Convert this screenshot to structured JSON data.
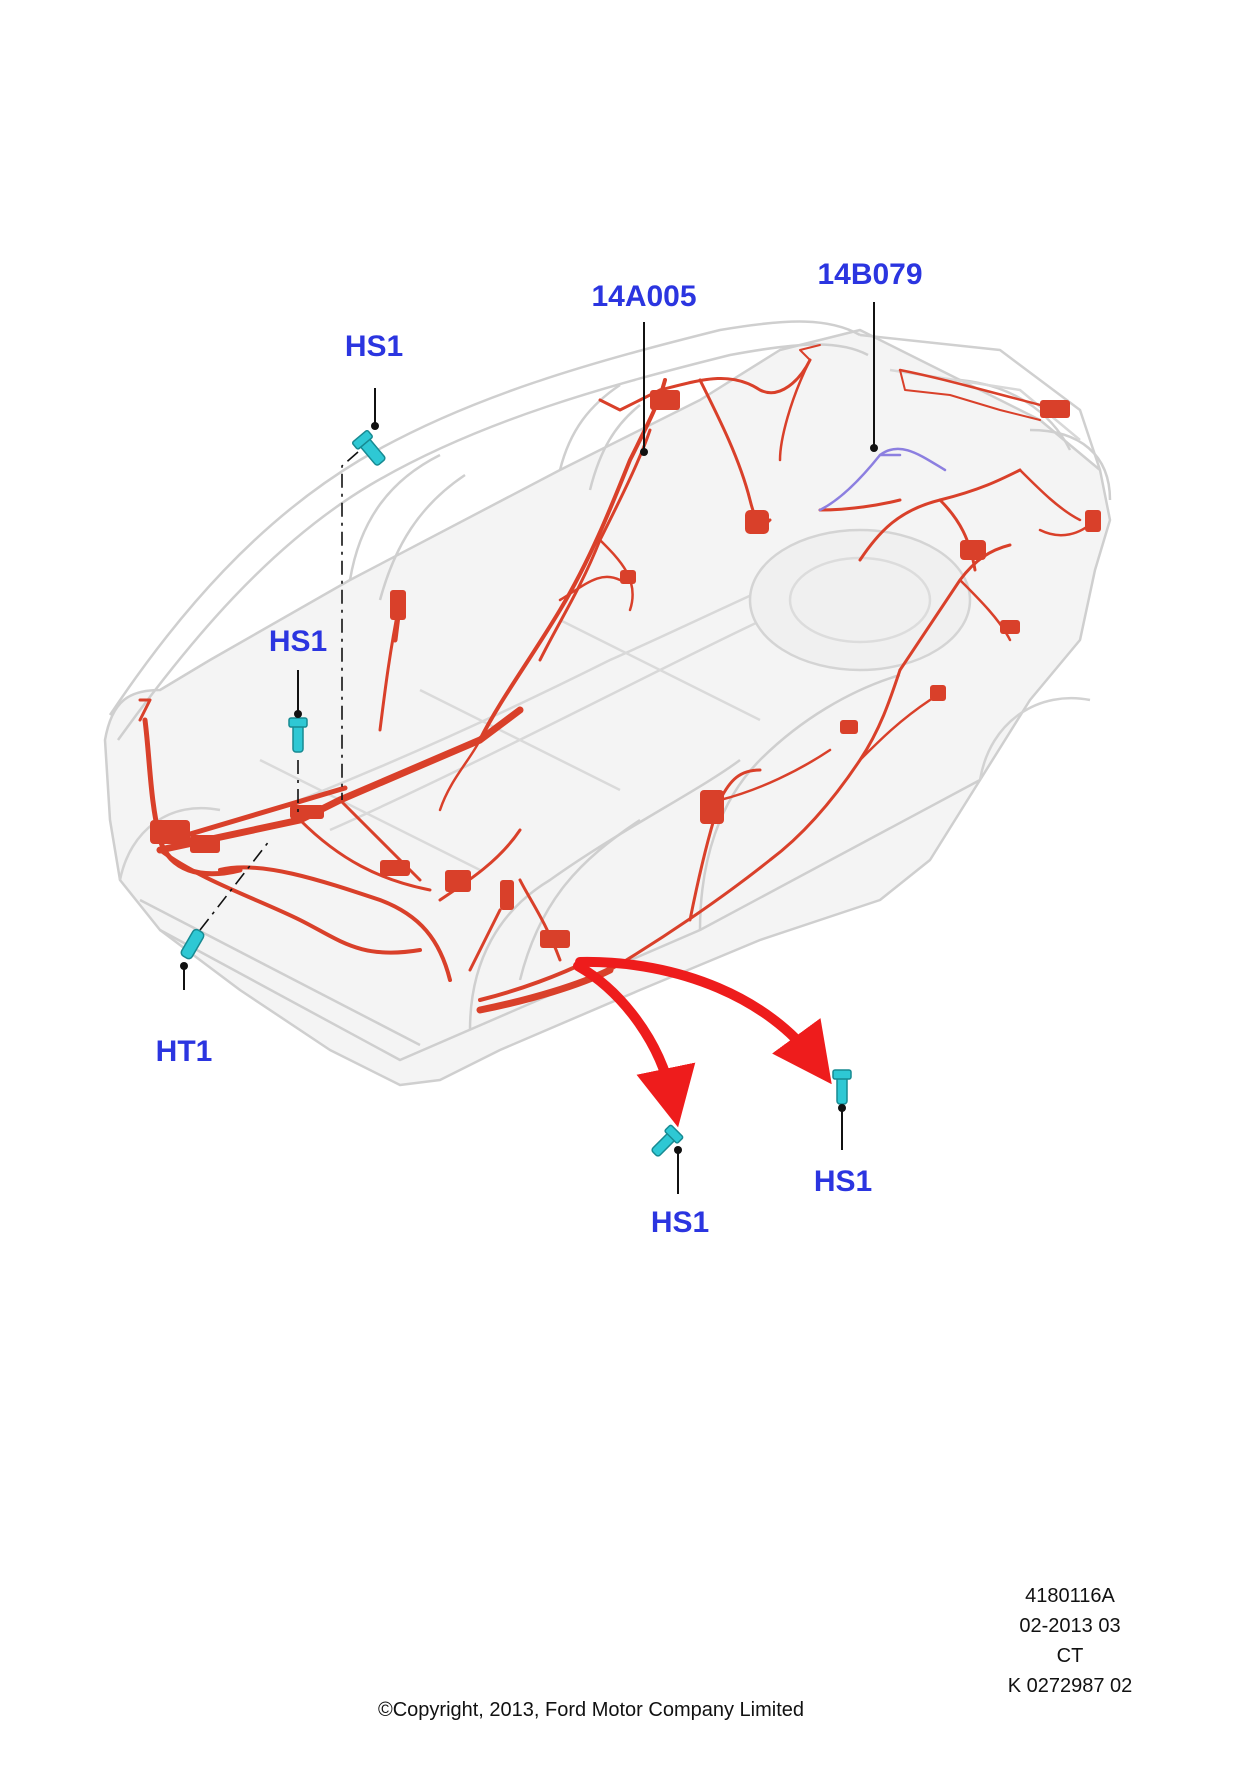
{
  "callouts": {
    "hs1_top": "HS1",
    "a005": "14A005",
    "b079": "14B079",
    "hs1_mid": "HS1",
    "ht1": "HT1",
    "hs1_bottom": "HS1",
    "hs1_right": "HS1"
  },
  "info": {
    "code": "4180116A",
    "date": "02-2013 03",
    "region": "CT",
    "ref": "K 0272987 02"
  },
  "copyright": "©Copyright, 2013, Ford Motor Company Limited",
  "colors": {
    "callout": "#2b35e0",
    "harness": "#d9402a",
    "fastener": "#2ec8d4",
    "arrow": "#ee1c1c",
    "body_outline": "#c8c8c8"
  }
}
